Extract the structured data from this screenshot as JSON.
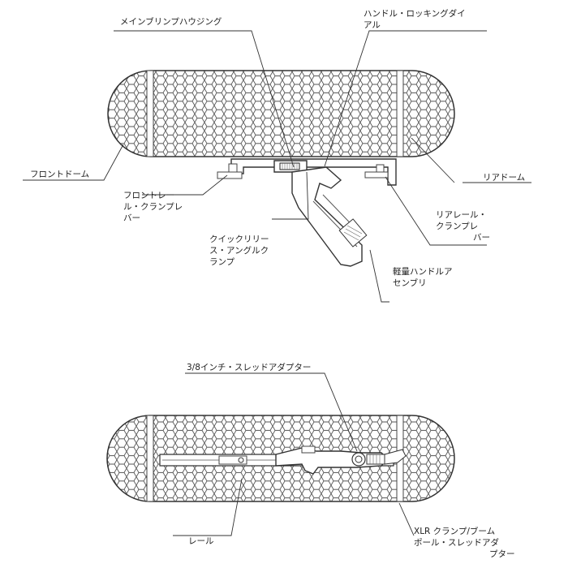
{
  "top_view": {
    "labels": {
      "main_housing": "メインブリンプハウジング",
      "handle_dial_1": "ハンドル・ロッキングダイ",
      "handle_dial_2": "アル",
      "front_dome": "フロントドーム",
      "front_rail_1": "フロントレー",
      "front_rail_2": "ル・クランプレ",
      "front_rail_3": "バー",
      "quick_1": "クイックリリー",
      "quick_2": "ス・アングルク",
      "quick_3": "ランプ",
      "rear_dome": "リアドーム",
      "rear_rail_1": "リアレール・",
      "rear_rail_2": "クランプレ",
      "rear_rail_3": "バー",
      "handle_asm_1": "軽量ハンドルア",
      "handle_asm_2": "センブリ"
    }
  },
  "bottom_view": {
    "labels": {
      "thread_adapter": "3/8インチ・スレッドアダプター",
      "rail": "レール",
      "xlr_1": "XLR クランプ/ブーム",
      "xlr_2": "ポール・スレッドアダ",
      "xlr_3": "プター"
    }
  }
}
